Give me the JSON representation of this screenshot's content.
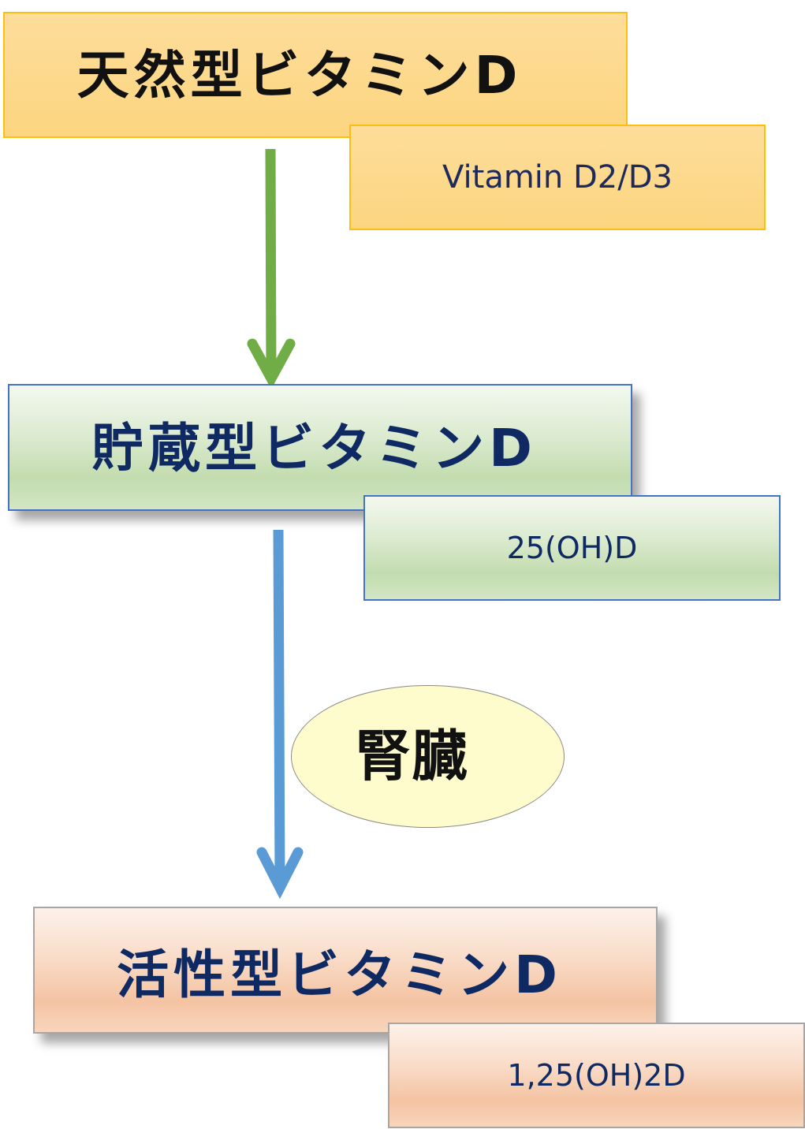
{
  "diagram": {
    "nodes": [
      {
        "id": "natural",
        "title": "天然型ビタミンD",
        "subtitle": "Vitamin D2/D3",
        "fill": "#fcd98b",
        "border": "#fbbf10"
      },
      {
        "id": "storage",
        "title": "貯蔵型ビタミンD",
        "subtitle": "25(OH)D",
        "fill": "#d2e6c3",
        "border": "#4472c4"
      },
      {
        "id": "active",
        "title": "活性型ビタミンD",
        "subtitle": "1,25(OH)2D",
        "fill": "#f6cdb0",
        "border": "#a6a6a6"
      }
    ],
    "edges": [
      {
        "from": "natural",
        "to": "storage",
        "color": "#70ad47",
        "label": ""
      },
      {
        "from": "storage",
        "to": "active",
        "color": "#5b9bd5",
        "label": "腎臓"
      }
    ],
    "kidney_label": "腎臓",
    "kidney_fill": "#fefccc"
  }
}
